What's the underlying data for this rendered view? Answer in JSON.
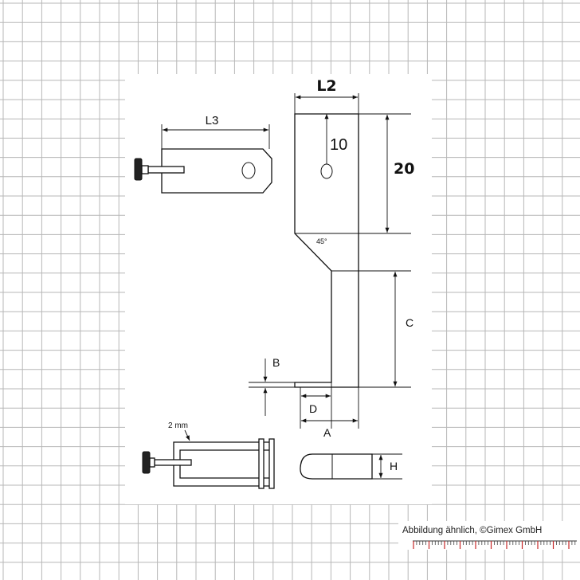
{
  "labels": {
    "l2": "L2",
    "ten": "10",
    "twenty": "20",
    "l3": "L3",
    "angle": "45°",
    "c": "C",
    "b": "B",
    "d": "D",
    "a": "A",
    "h": "H",
    "two_mm": "2 mm"
  },
  "footer": {
    "caption": "Abbildung ähnlich, ©Gimex GmbH"
  },
  "colors": {
    "grid": "#b7b7b7",
    "panel": "#ffffff",
    "ink": "#111111",
    "scale_tick": "#c62828"
  }
}
